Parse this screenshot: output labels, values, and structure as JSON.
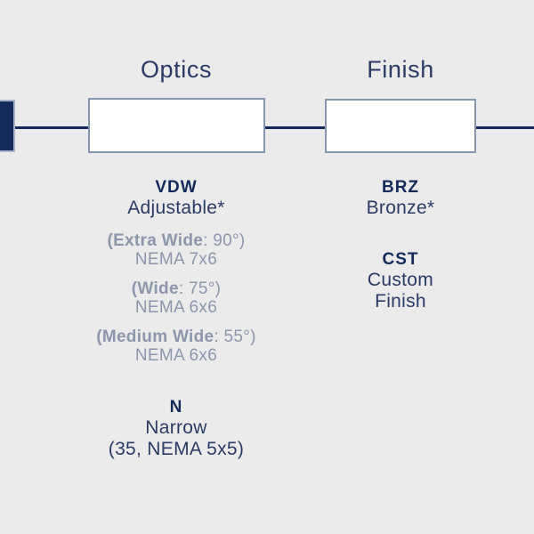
{
  "palette": {
    "background": "#ebebec",
    "navy": "#132a5a",
    "navy_text": "#2b3a66",
    "muted": "#8d96aa",
    "border": "#8696b0",
    "stub_border": "#a9b4c6",
    "box_fill": "#ffffff"
  },
  "columns": [
    {
      "header": "Optics",
      "options": [
        {
          "code": "VDW",
          "name": "Adjustable*",
          "variants": [
            {
              "label_bold": "(Extra Wide",
              "label_rest": ": 90°)",
              "detail": "NEMA 7x6"
            },
            {
              "label_bold": "(Wide",
              "label_rest": ": 75°)",
              "detail": "NEMA 6x6"
            },
            {
              "label_bold": "(Medium Wide",
              "label_rest": ": 55°)",
              "detail": "NEMA 6x6"
            }
          ]
        },
        {
          "code": "N",
          "name": "Narrow",
          "detail": "(35, NEMA 5x5)"
        }
      ]
    },
    {
      "header": "Finish",
      "options": [
        {
          "code": "BRZ",
          "name": "Bronze*"
        },
        {
          "code": "CST",
          "name": "Custom Finish"
        }
      ]
    }
  ]
}
